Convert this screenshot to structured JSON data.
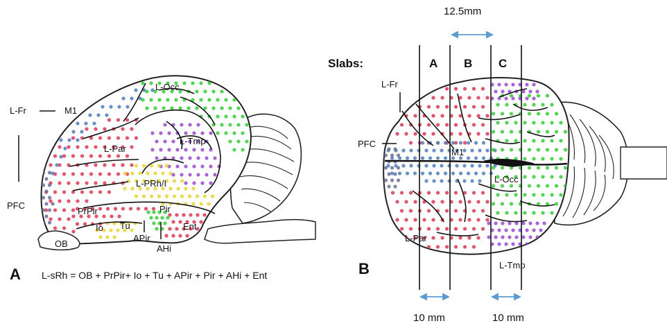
{
  "colors": {
    "olfactory_red": "#e8334f",
    "parietal_red": "#e8334f",
    "frontal_blue": "#4a7fc4",
    "pfc_gray": "#6a6f9a",
    "occipital_green": "#2ed12e",
    "temporal_purple": "#9a48d8",
    "perirhinal_yellow": "#e9d62a",
    "entorhinal_red": "#e8334f",
    "arrow_blue": "#5b9bd5"
  },
  "panel_a": {
    "letter": "A",
    "formula": "L-sRh = OB + PrPir+ Io + Tu + APir + Pir + AHi + Ent",
    "labels": {
      "l_fr": "L-Fr",
      "m1": "M1",
      "pfc": "PFC",
      "l_occ": "L-Occ",
      "l_par": "L-Par",
      "l_tmp": "L-Tmp",
      "l_prh": "L-PRh/I",
      "prpir": "PrPir",
      "io": "Io",
      "tu": "Tu",
      "pir": "Pir",
      "ent": "Ent",
      "apir": "APir",
      "ahi": "AHi",
      "ob": "OB"
    }
  },
  "panel_b": {
    "letter": "B",
    "slabs_label": "Slabs:",
    "slab_names": [
      "A",
      "B",
      "C"
    ],
    "top_measure": "12.5mm",
    "bottom_measure_left": "10 mm",
    "bottom_measure_right": "10 mm",
    "labels": {
      "l_fr": "L-Fr",
      "pfc": "PFC",
      "m1": "M1",
      "l_occ": "L-Occ",
      "l_par": "L-Par",
      "l_tmp": "L-Tmp"
    }
  }
}
